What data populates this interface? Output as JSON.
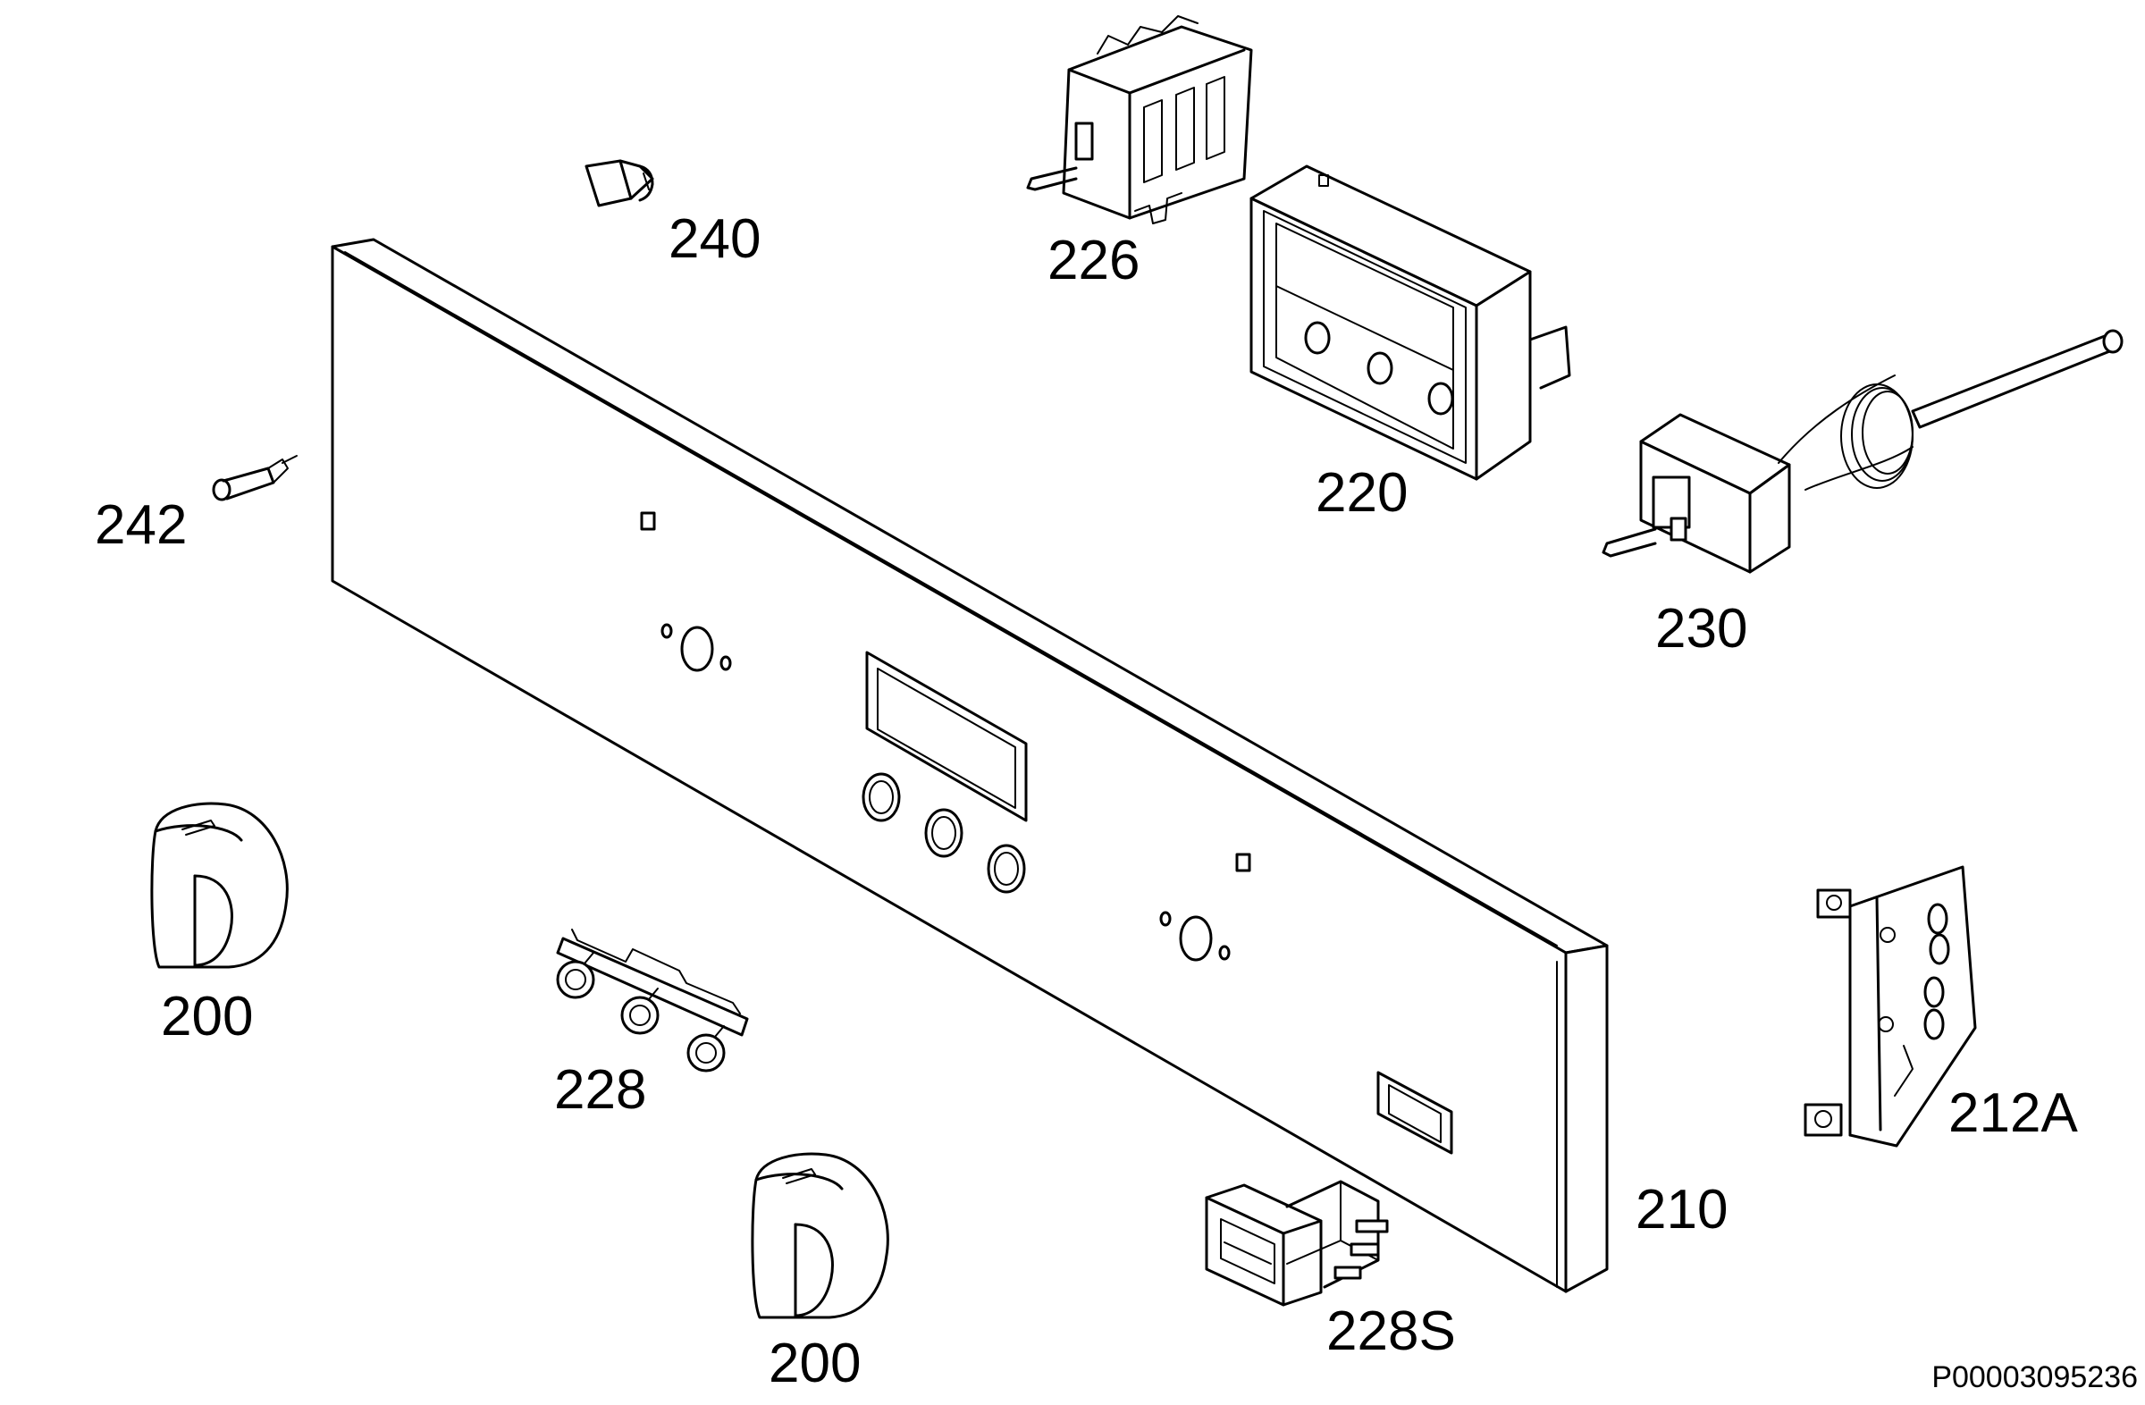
{
  "labels": {
    "p240": "240",
    "p226": "226",
    "p220": "220",
    "p242": "242",
    "p230": "230",
    "p200a": "200",
    "p200b": "200",
    "p228": "228",
    "p212a": "212A",
    "p210": "210",
    "p228s": "228S"
  },
  "doc_id": "P00003095236"
}
